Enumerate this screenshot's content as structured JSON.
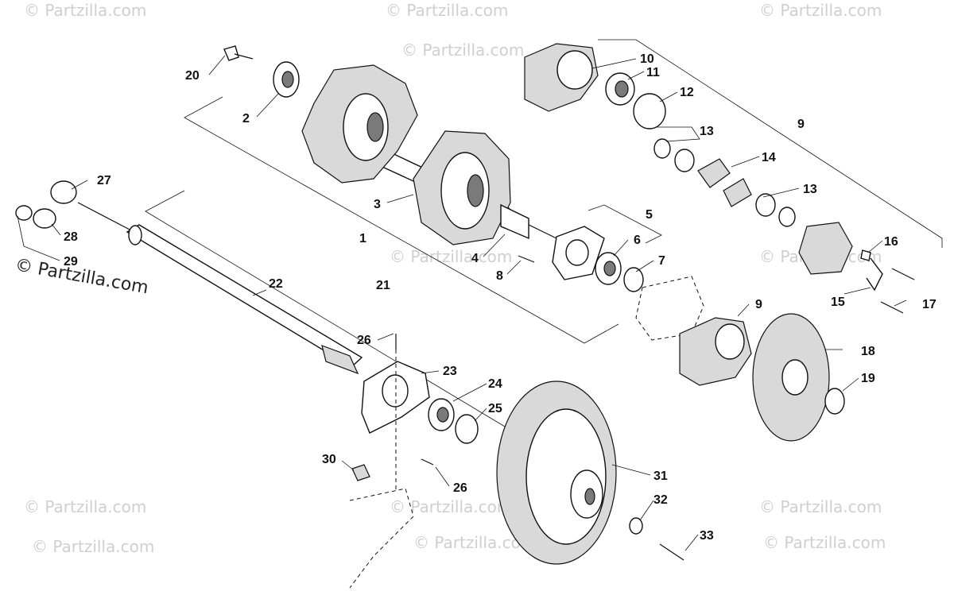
{
  "watermarks": {
    "brand": "© Partzilla.com",
    "main": "© Partzilla.com"
  },
  "callouts": [
    "1",
    "2",
    "3",
    "4",
    "5",
    "6",
    "7",
    "8",
    "9",
    "10",
    "11",
    "12",
    "13",
    "14",
    "15",
    "16",
    "17",
    "18",
    "19",
    "20",
    "21",
    "22",
    "23",
    "24",
    "25",
    "26",
    "27",
    "28",
    "29",
    "30",
    "31",
    "32",
    "33"
  ],
  "callout_9b": "9",
  "callout_13b": "13",
  "callout_26b": "26"
}
